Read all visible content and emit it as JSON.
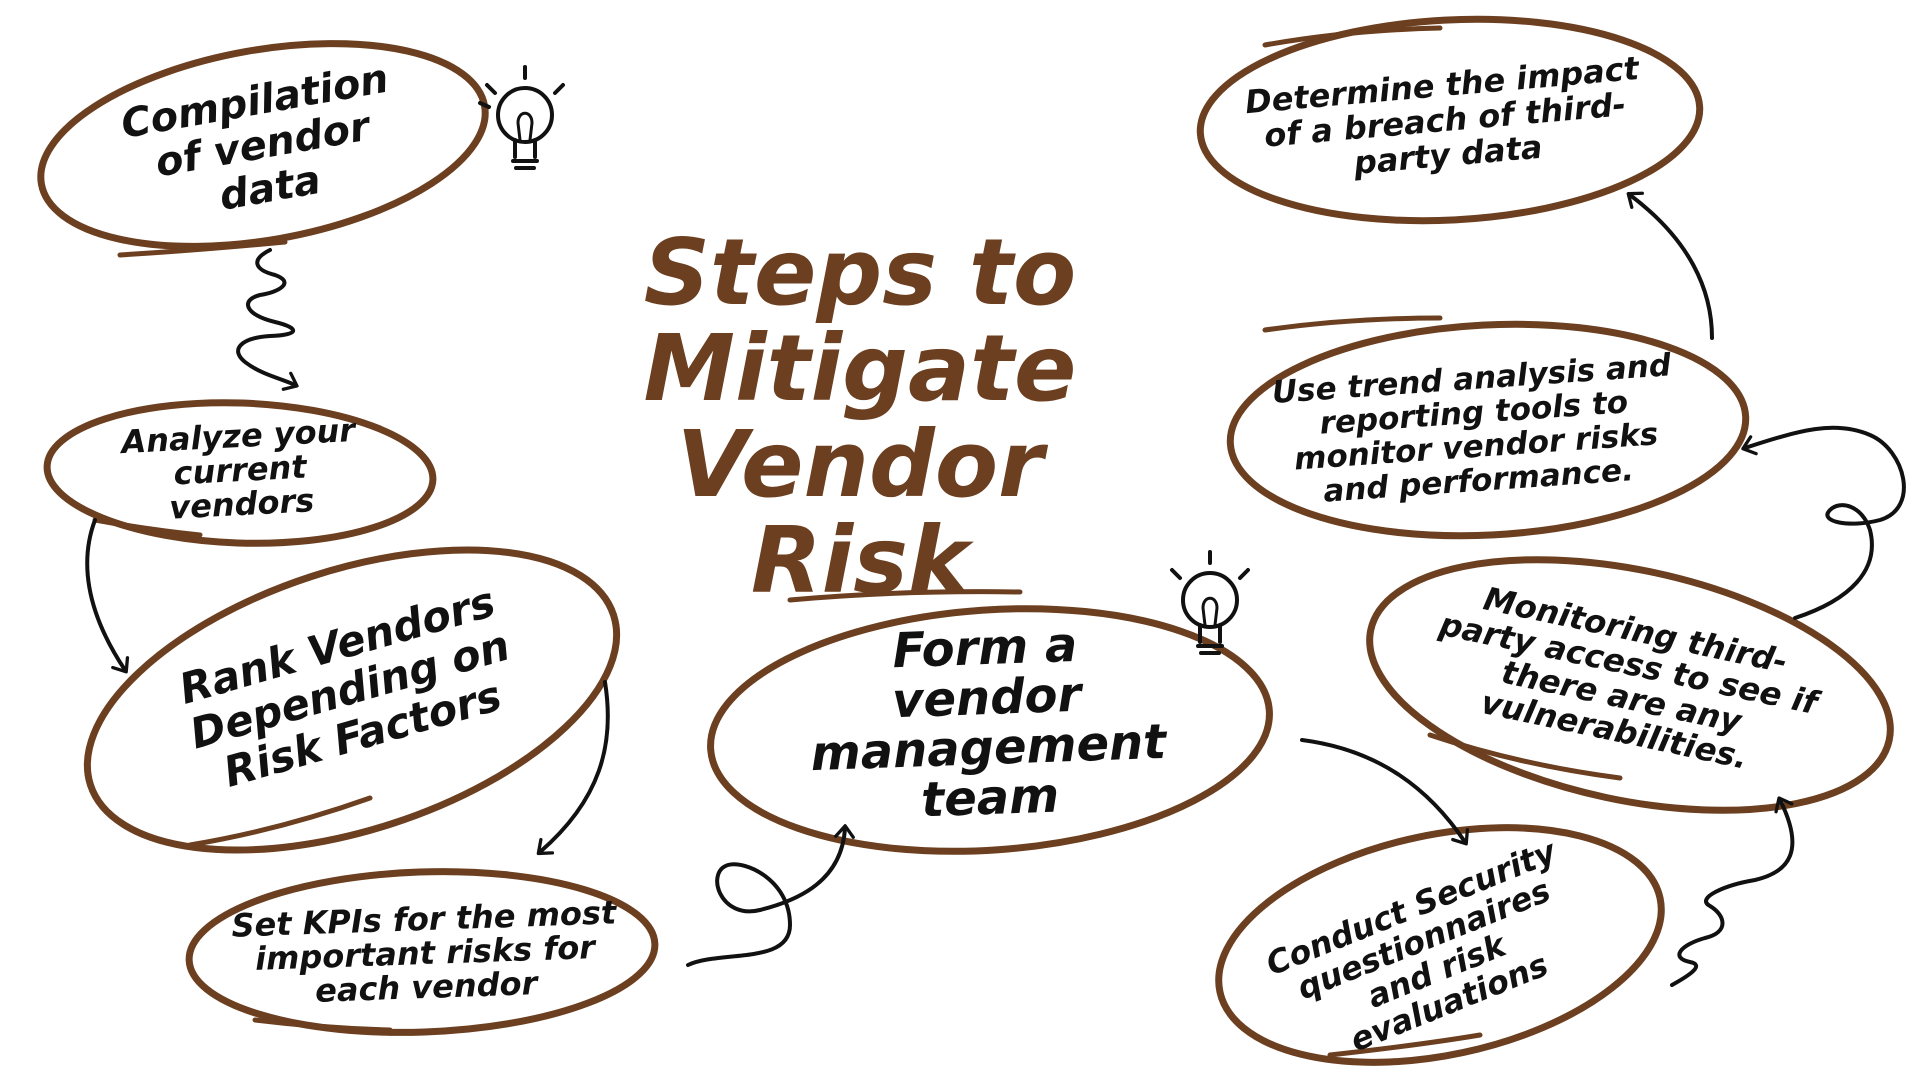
{
  "title": {
    "line1": "Steps to Mitigate",
    "line2": "Vendor",
    "line3": "Risk"
  },
  "colors": {
    "ellipse_stroke": "#6b3f1f",
    "title": "#6b3f1f",
    "arrow": "#111111",
    "text": "#111111"
  },
  "nodes": [
    {
      "id": "compilation",
      "text": "Compilation of vendor data"
    },
    {
      "id": "analyze",
      "text": "Analyze your current vendors"
    },
    {
      "id": "rank",
      "text": "Rank Vendors Depending on Risk Factors"
    },
    {
      "id": "kpis",
      "text": "Set KPIs for the most important risks for each vendor"
    },
    {
      "id": "form-team",
      "text": "Form a vendor management team"
    },
    {
      "id": "security",
      "text": "Conduct Security questionnaires and risk evaluations"
    },
    {
      "id": "monitoring",
      "text": "Monitoring third-party access to see if there are any vulnerabilities."
    },
    {
      "id": "trend",
      "text": "Use trend analysis and reporting tools to monitor vendor risks and performance."
    },
    {
      "id": "impact",
      "text": "Determine the impact of a breach of third-party data"
    }
  ],
  "icons": [
    "lightbulb-icon",
    "lightbulb-icon"
  ]
}
